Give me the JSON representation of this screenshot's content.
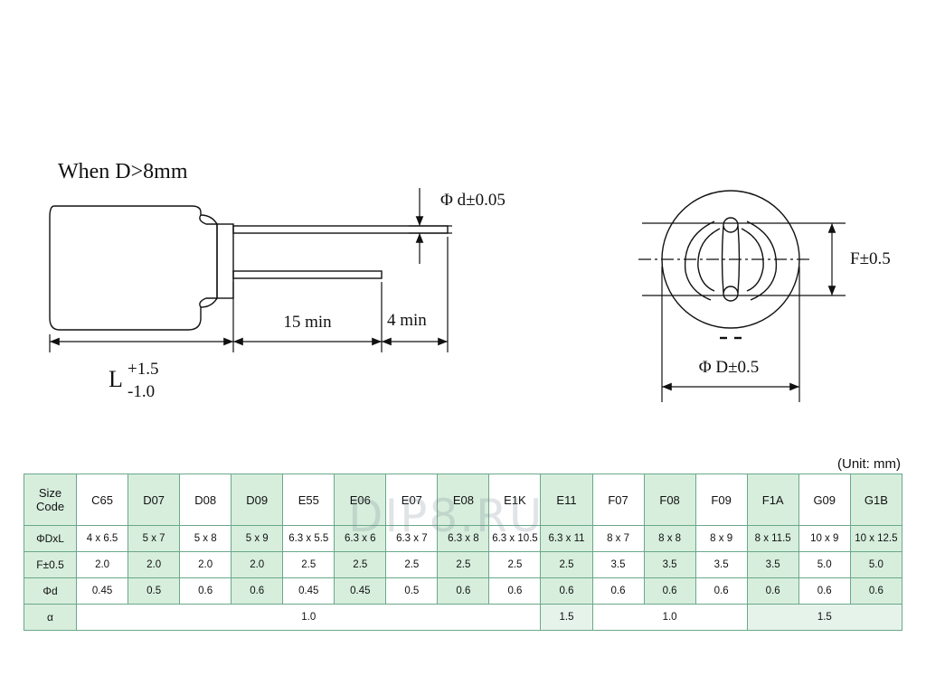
{
  "drawing": {
    "side_view_title": "When D>8mm",
    "lead_diameter": "Φ d±0.05",
    "lead_min": "15 min",
    "lead_tip": "4 min",
    "length_base": "L",
    "length_plus": "+1.5",
    "length_minus": "-1.0",
    "pitch": "F±0.5",
    "body_diameter": "Φ D±0.5"
  },
  "unit_label": "(Unit: mm)",
  "watermark": "DIP8.RU",
  "table": {
    "row_labels": {
      "size": "Size Code",
      "dxl": "ΦDxL",
      "f": "F±0.5",
      "d": "Φd",
      "alpha": "α"
    },
    "codes": [
      "C65",
      "D07",
      "D08",
      "D09",
      "E55",
      "E06",
      "E07",
      "E08",
      "E1K",
      "E11",
      "F07",
      "F08",
      "F09",
      "F1A",
      "G09",
      "G1B"
    ],
    "dxl": [
      "4 x 6.5",
      "5 x 7",
      "5 x 8",
      "5 x 9",
      "6.3 x 5.5",
      "6.3 x 6",
      "6.3 x 7",
      "6.3 x 8",
      "6.3 x 10.5",
      "6.3 x 11",
      "8 x 7",
      "8 x 8",
      "8 x 9",
      "8 x 11.5",
      "10 x 9",
      "10 x 12.5"
    ],
    "f": [
      "2.0",
      "2.0",
      "2.0",
      "2.0",
      "2.5",
      "2.5",
      "2.5",
      "2.5",
      "2.5",
      "2.5",
      "3.5",
      "3.5",
      "3.5",
      "3.5",
      "5.0",
      "5.0"
    ],
    "d": [
      "0.45",
      "0.5",
      "0.6",
      "0.6",
      "0.45",
      "0.45",
      "0.5",
      "0.6",
      "0.6",
      "0.6",
      "0.6",
      "0.6",
      "0.6",
      "0.6",
      "0.6",
      "0.6"
    ],
    "alpha": [
      {
        "value": "1.0",
        "span": 9
      },
      {
        "value": "1.5",
        "span": 1
      },
      {
        "value": "1.0",
        "span": 3
      },
      {
        "value": "1.5",
        "span": 3
      }
    ]
  }
}
